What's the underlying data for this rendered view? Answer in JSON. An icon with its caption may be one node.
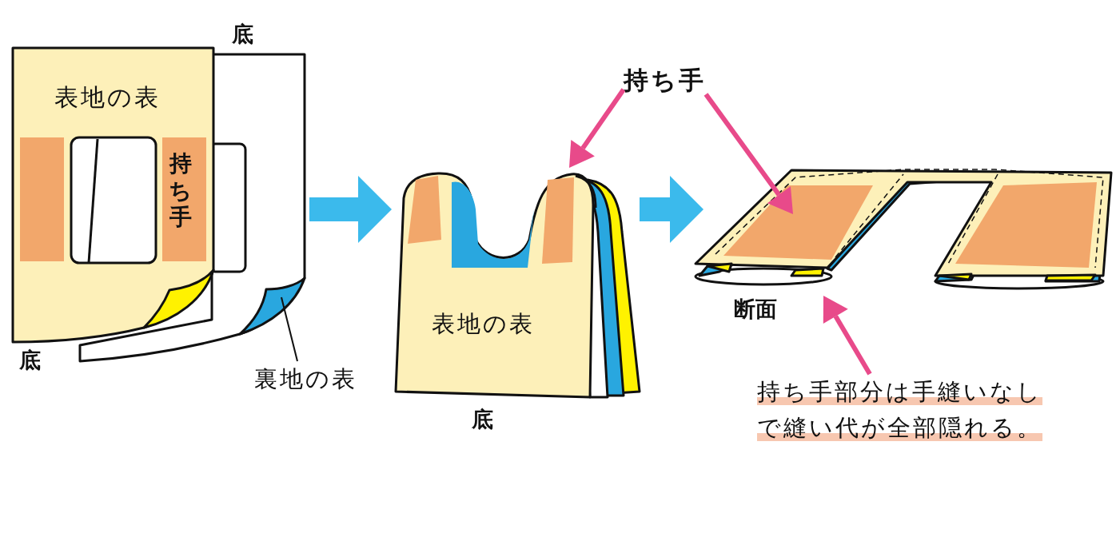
{
  "diagram": {
    "nodes": [
      {
        "text": [],
        "shape": "picture"
      },
      {
        "text": [],
        "shape": "picture"
      },
      {
        "text": [],
        "shape": "picture"
      },
      {
        "text": [
          "持ち手"
        ]
      },
      {
        "text": [
          "裏地の表"
        ]
      },
      {
        "text": [
          "持ち手部分は手縫いなしで縫い代が全部隠れる。"
        ]
      }
    ],
    "edges": [
      {
        "from": 0,
        "to": 1,
        "arrow": "to",
        "style": "thick",
        "color": "#3bbaec"
      },
      {
        "from": 1,
        "to": 2,
        "arrow": "to",
        "style": "thick",
        "color": "#3bbaec"
      },
      {
        "from": 3,
        "to": 1,
        "arrow": "to",
        "color": "#e84a8a"
      },
      {
        "from": 3,
        "to": 2,
        "arrow": "to",
        "color": "#e84a8a"
      },
      {
        "from": 5,
        "to": 2,
        "arrow": "to",
        "color": "#e84a8a"
      },
      {
        "from": 4,
        "to": 0,
        "arrow": "none",
        "color": "#111111"
      }
    ],
    "labels": [
      "底",
      "表地の表",
      "持ち手",
      "底",
      "表地の表",
      "底",
      "断面"
    ]
  }
}
